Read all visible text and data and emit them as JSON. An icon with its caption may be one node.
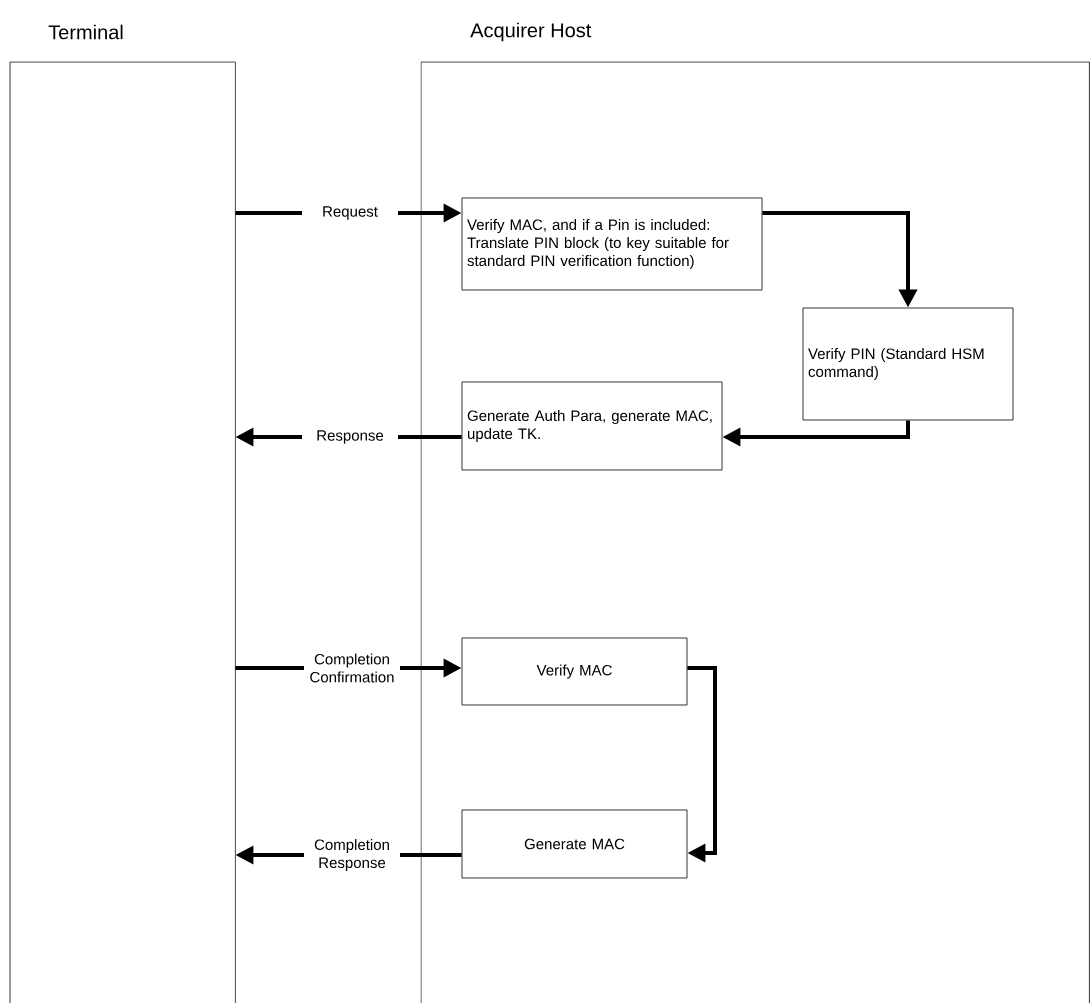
{
  "diagram": {
    "nodes": [
      {
        "text": [
          "Terminal"
        ]
      },
      {
        "text": [
          "Acquirer Host"
        ]
      },
      {
        "text": [
          "Verify MAC, and if a Pin is included: Translate PIN block (to key suitable for standard PIN verification function)"
        ],
        "in": 1
      },
      {
        "text": [
          "Verify PIN (Standard HSM command)"
        ],
        "in": 1
      },
      {
        "text": [
          "Generate Auth Para, generate MAC, update TK."
        ],
        "in": 1
      },
      {
        "text": [
          "Verify MAC"
        ],
        "in": 1
      },
      {
        "text": [
          "Generate MAC"
        ],
        "in": 1
      }
    ],
    "edges": [
      {
        "from": 0,
        "to": 2,
        "arrow": "to",
        "label": "Request"
      },
      {
        "from": 2,
        "to": 3,
        "arrow": "to"
      },
      {
        "from": 3,
        "to": 4,
        "arrow": "to"
      },
      {
        "from": 4,
        "to": 0,
        "arrow": "to",
        "label": "Response"
      },
      {
        "from": 0,
        "to": 5,
        "arrow": "to",
        "label": "Completion Confirmation"
      },
      {
        "from": 5,
        "to": 6,
        "arrow": "to"
      },
      {
        "from": 6,
        "to": 0,
        "arrow": "to",
        "label": "Completion Response"
      }
    ]
  }
}
